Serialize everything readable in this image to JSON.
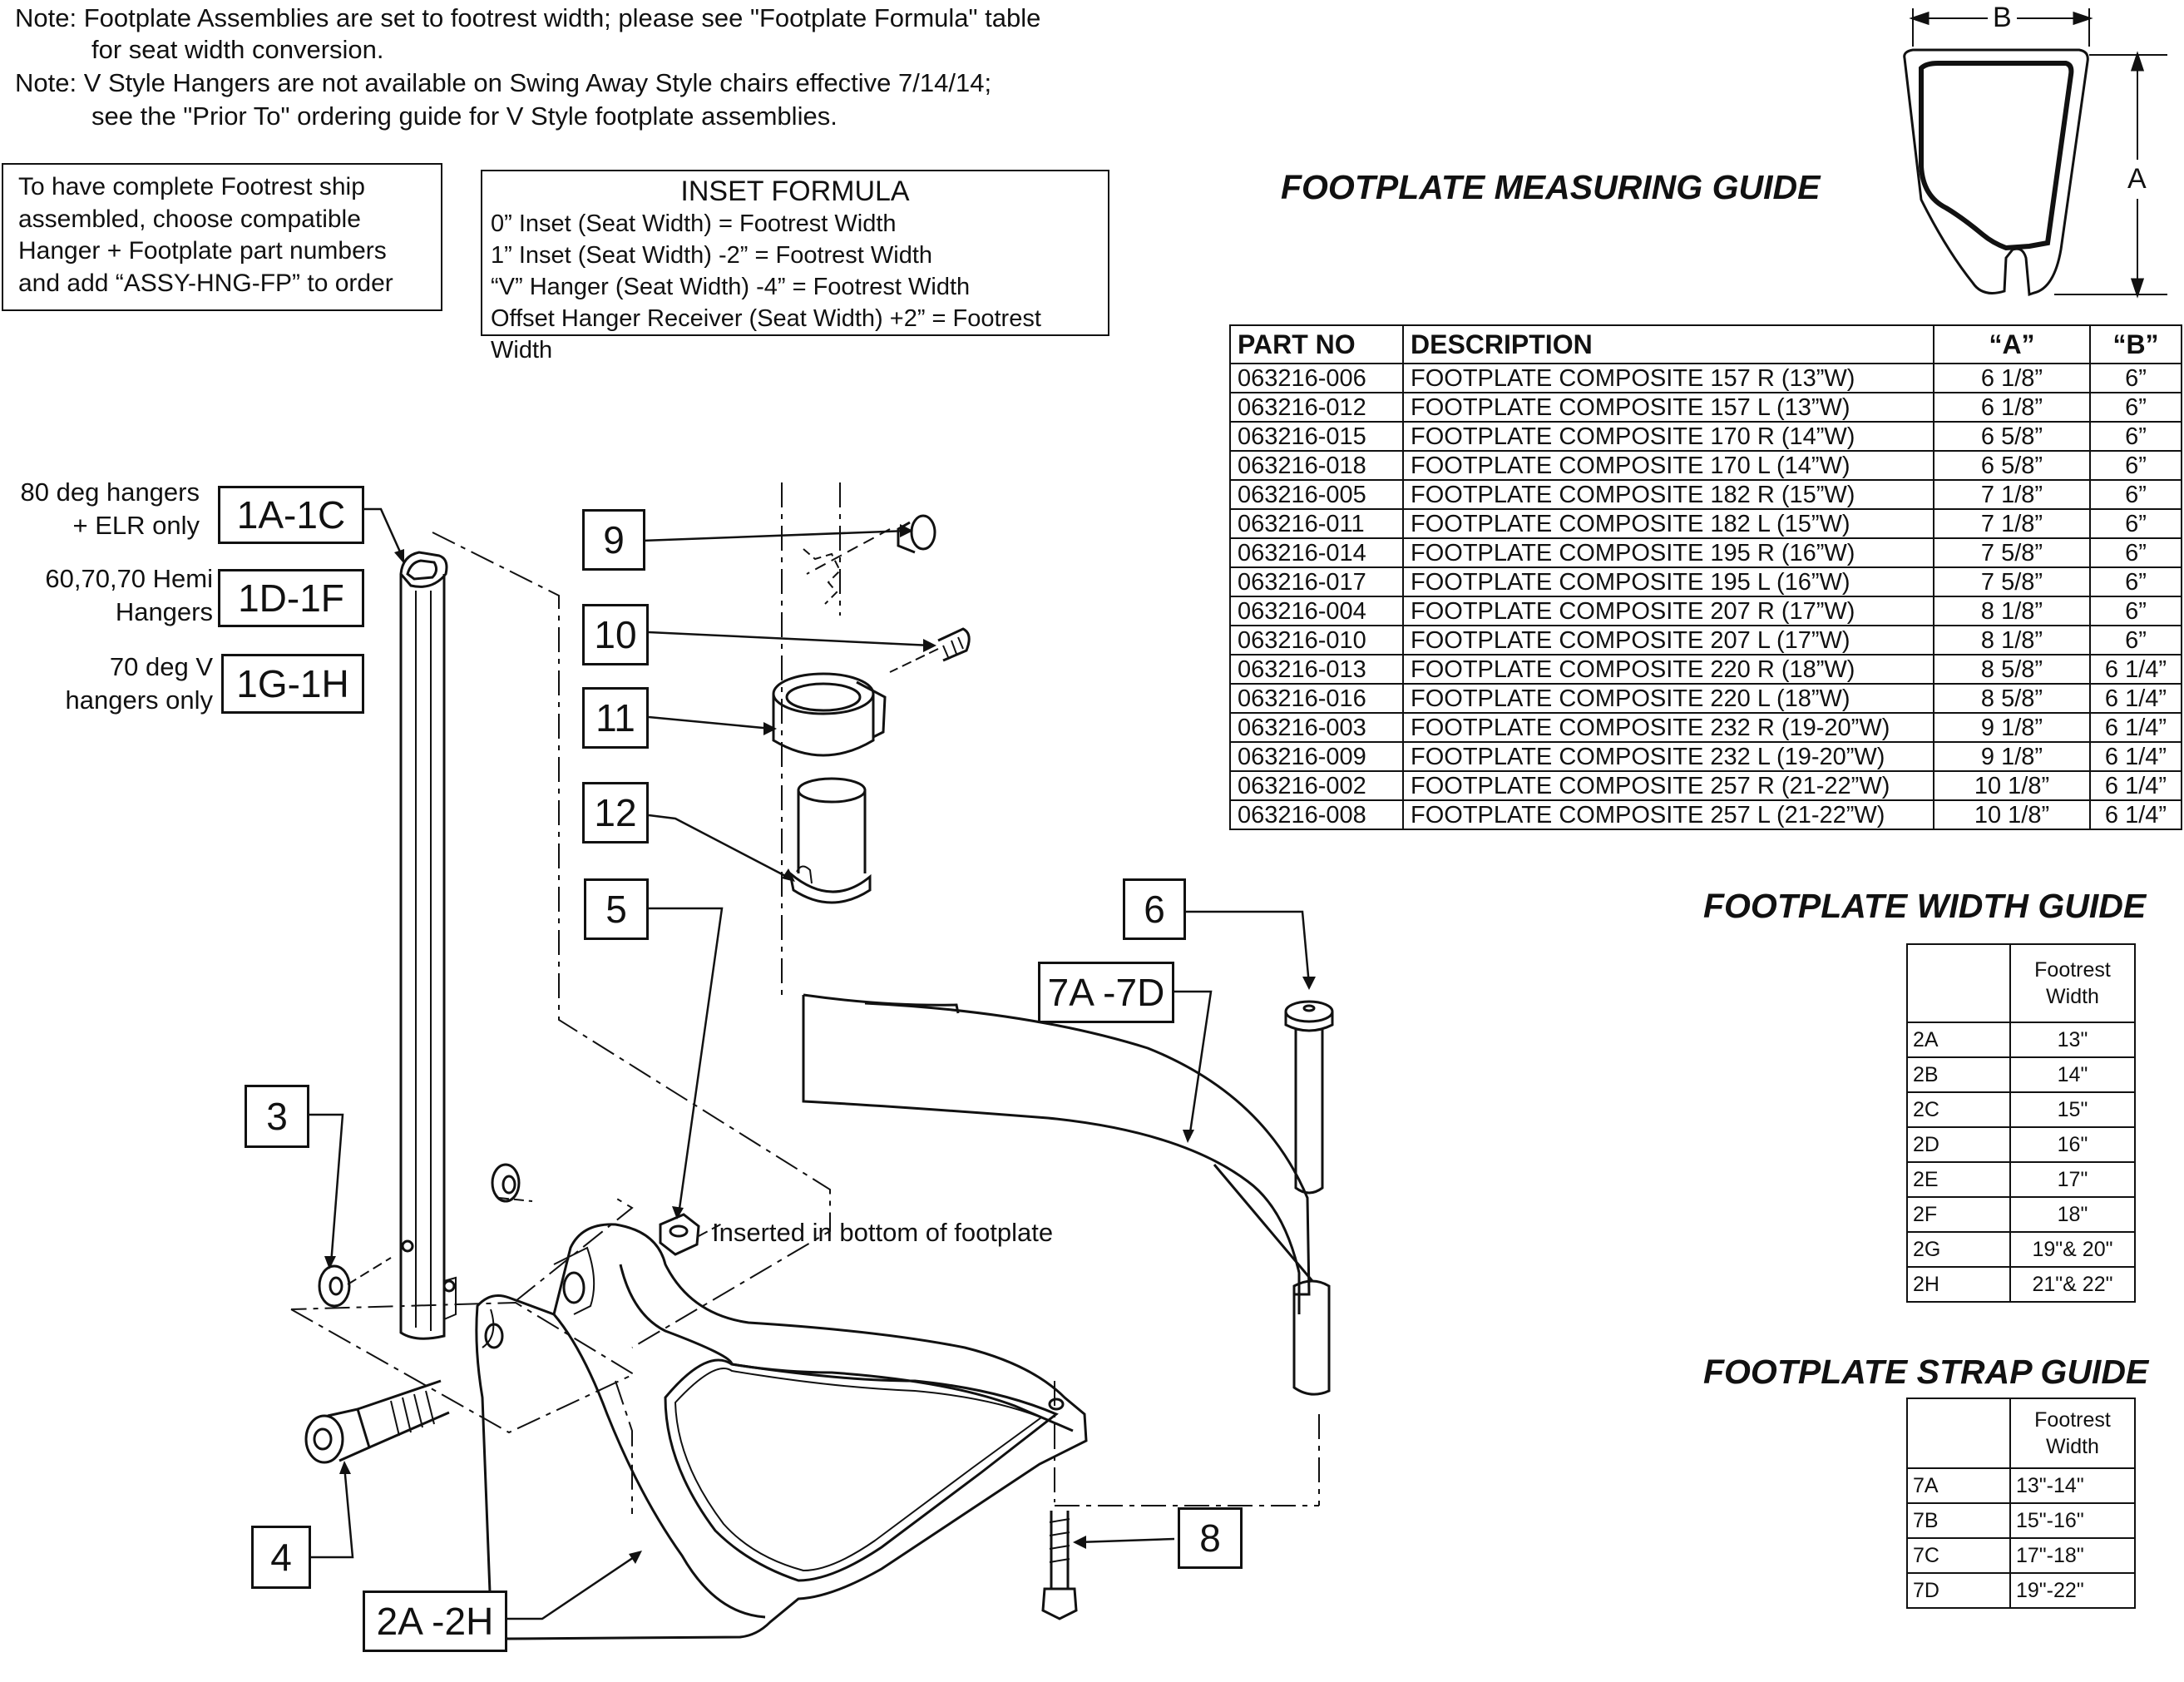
{
  "notes": [
    "Note: Footplate Assemblies are set to footrest width; please see \"Footplate Formula\" table",
    "for seat width conversion.",
    "Note: V Style Hangers are not available on Swing Away Style chairs effective 7/14/14;",
    "see the \"Prior To\" ordering guide for V Style footplate assemblies."
  ],
  "ship_box": [
    "To have complete Footrest ship",
    "assembled, choose compatible",
    "Hanger + Footplate part numbers",
    "and add “ASSY-HNG-FP” to order"
  ],
  "inset_formula": {
    "title": "INSET FORMULA",
    "lines": [
      "0” Inset (Seat Width) = Footrest Width",
      "1” Inset (Seat Width) -2” = Footrest Width",
      "“V” Hanger (Seat Width) -4” = Footrest Width",
      "Offset Hanger Receiver (Seat Width) +2” = Footrest Width"
    ]
  },
  "measuring_guide": {
    "title": "FOOTPLATE MEASURING GUIDE",
    "dim_a": "A",
    "dim_b": "B"
  },
  "parts_table": {
    "headers": [
      "PART NO",
      "DESCRIPTION",
      "“A”",
      "“B”"
    ],
    "rows": [
      [
        "063216-006",
        "FOOTPLATE COMPOSITE 157 R (13”W)",
        "6 1/8”",
        "6”"
      ],
      [
        "063216-012",
        "FOOTPLATE COMPOSITE 157 L (13”W)",
        "6 1/8”",
        "6”"
      ],
      [
        "063216-015",
        "FOOTPLATE COMPOSITE 170 R (14”W)",
        "6 5/8”",
        "6”"
      ],
      [
        "063216-018",
        "FOOTPLATE COMPOSITE 170 L  (14”W)",
        "6 5/8”",
        "6”"
      ],
      [
        "063216-005",
        "FOOTPLATE COMPOSITE 182 R (15”W)",
        "7 1/8”",
        "6”"
      ],
      [
        "063216-011",
        "FOOTPLATE COMPOSITE 182 L (15”W)",
        "7 1/8”",
        "6”"
      ],
      [
        "063216-014",
        "FOOTPLATE COMPOSITE 195 R (16”W)",
        "7 5/8”",
        "6”"
      ],
      [
        "063216-017",
        "FOOTPLATE COMPOSITE 195 L (16”W)",
        "7 5/8”",
        "6”"
      ],
      [
        "063216-004",
        "FOOTPLATE COMPOSITE 207 R (17”W)",
        "8 1/8”",
        "6”"
      ],
      [
        "063216-010",
        "FOOTPLATE COMPOSITE 207 L (17”W)",
        "8 1/8”",
        "6”"
      ],
      [
        "063216-013",
        "FOOTPLATE COMPOSITE 220 R (18”W)",
        "8 5/8”",
        "6 1/4”"
      ],
      [
        "063216-016",
        "FOOTPLATE COMPOSITE 220 L (18”W)",
        "8 5/8”",
        "6 1/4”"
      ],
      [
        "063216-003",
        "FOOTPLATE COMPOSITE 232 R (19-20”W)",
        "9 1/8”",
        "6 1/4”"
      ],
      [
        "063216-009",
        "FOOTPLATE COMPOSITE 232 L (19-20”W)",
        "9 1/8”",
        "6 1/4”"
      ],
      [
        "063216-002",
        "FOOTPLATE COMPOSITE 257 R (21-22”W)",
        "10 1/8”",
        "6 1/4”"
      ],
      [
        "063216-008",
        "FOOTPLATE COMPOSITE 257 L (21-22”W)",
        "10 1/8”",
        "6 1/4”"
      ]
    ]
  },
  "width_guide": {
    "title": "FOOTPLATE WIDTH GUIDE",
    "header_line1": "Footrest",
    "header_line2": "Width",
    "rows": [
      [
        "2A",
        "13\""
      ],
      [
        "2B",
        "14\""
      ],
      [
        "2C",
        "15\""
      ],
      [
        "2D",
        "16\""
      ],
      [
        "2E",
        "17\""
      ],
      [
        "2F",
        "18\""
      ],
      [
        "2G",
        "19\"& 20\""
      ],
      [
        "2H",
        "21\"& 22\""
      ]
    ]
  },
  "strap_guide": {
    "title": "FOOTPLATE STRAP GUIDE",
    "header_line1": "Footrest",
    "header_line2": "Width",
    "rows": [
      [
        "7A",
        "13\"-14\""
      ],
      [
        "7B",
        "15\"-16\""
      ],
      [
        "7C",
        "17\"-18\""
      ],
      [
        "7D",
        "19\"-22\""
      ]
    ]
  },
  "hanger_labels": {
    "l1a": "80 deg hangers",
    "l1b": "+ ELR only",
    "l2a": "60,70,70 Hemi",
    "l2b": "Hangers",
    "l3a": "70 deg V",
    "l3b": "hangers only"
  },
  "callouts": {
    "c1a": "1A-1C",
    "c1d": "1D-1F",
    "c1g": "1G-1H",
    "c9": "9",
    "c10": "10",
    "c11": "11",
    "c12": "12",
    "c5": "5",
    "c6": "6",
    "c7": "7A -7D",
    "c3": "3",
    "c4": "4",
    "c8": "8",
    "c2": "2A -2H"
  },
  "inserted_note": "Inserted in bottom of footplate"
}
